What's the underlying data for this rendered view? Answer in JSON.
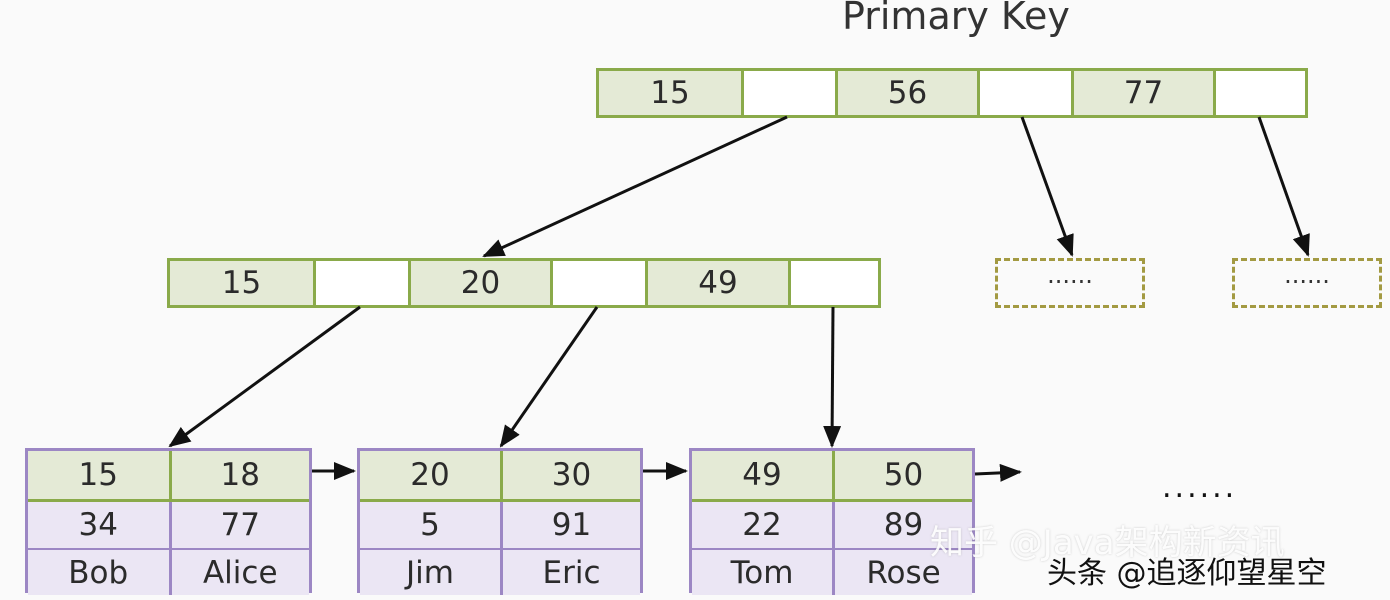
{
  "title": "Primary Key",
  "root": {
    "keys": [
      "15",
      "56",
      "77"
    ]
  },
  "level2": {
    "keys": [
      "15",
      "20",
      "49"
    ]
  },
  "placeholders": [
    "......",
    "......"
  ],
  "leaves": [
    {
      "keys": [
        "15",
        "18"
      ],
      "values": [
        "34",
        "77"
      ],
      "names": [
        "Bob",
        "Alice"
      ]
    },
    {
      "keys": [
        "20",
        "30"
      ],
      "values": [
        "5",
        "91"
      ],
      "names": [
        "Jim",
        "Eric"
      ]
    },
    {
      "keys": [
        "49",
        "50"
      ],
      "values": [
        "22",
        "89"
      ],
      "names": [
        "Tom",
        "Rose"
      ]
    }
  ],
  "continuation": "......",
  "watermark": {
    "line1": "知乎 @Java架构新资讯",
    "line2": "头条 @追逐仰望星空"
  },
  "colors": {
    "key_fill": "#e4ead6",
    "key_border": "#8aaa4a",
    "leaf_border": "#9c87c4",
    "leaf_fill": "#ebe6f4",
    "placeholder_border": "#a39a42"
  }
}
